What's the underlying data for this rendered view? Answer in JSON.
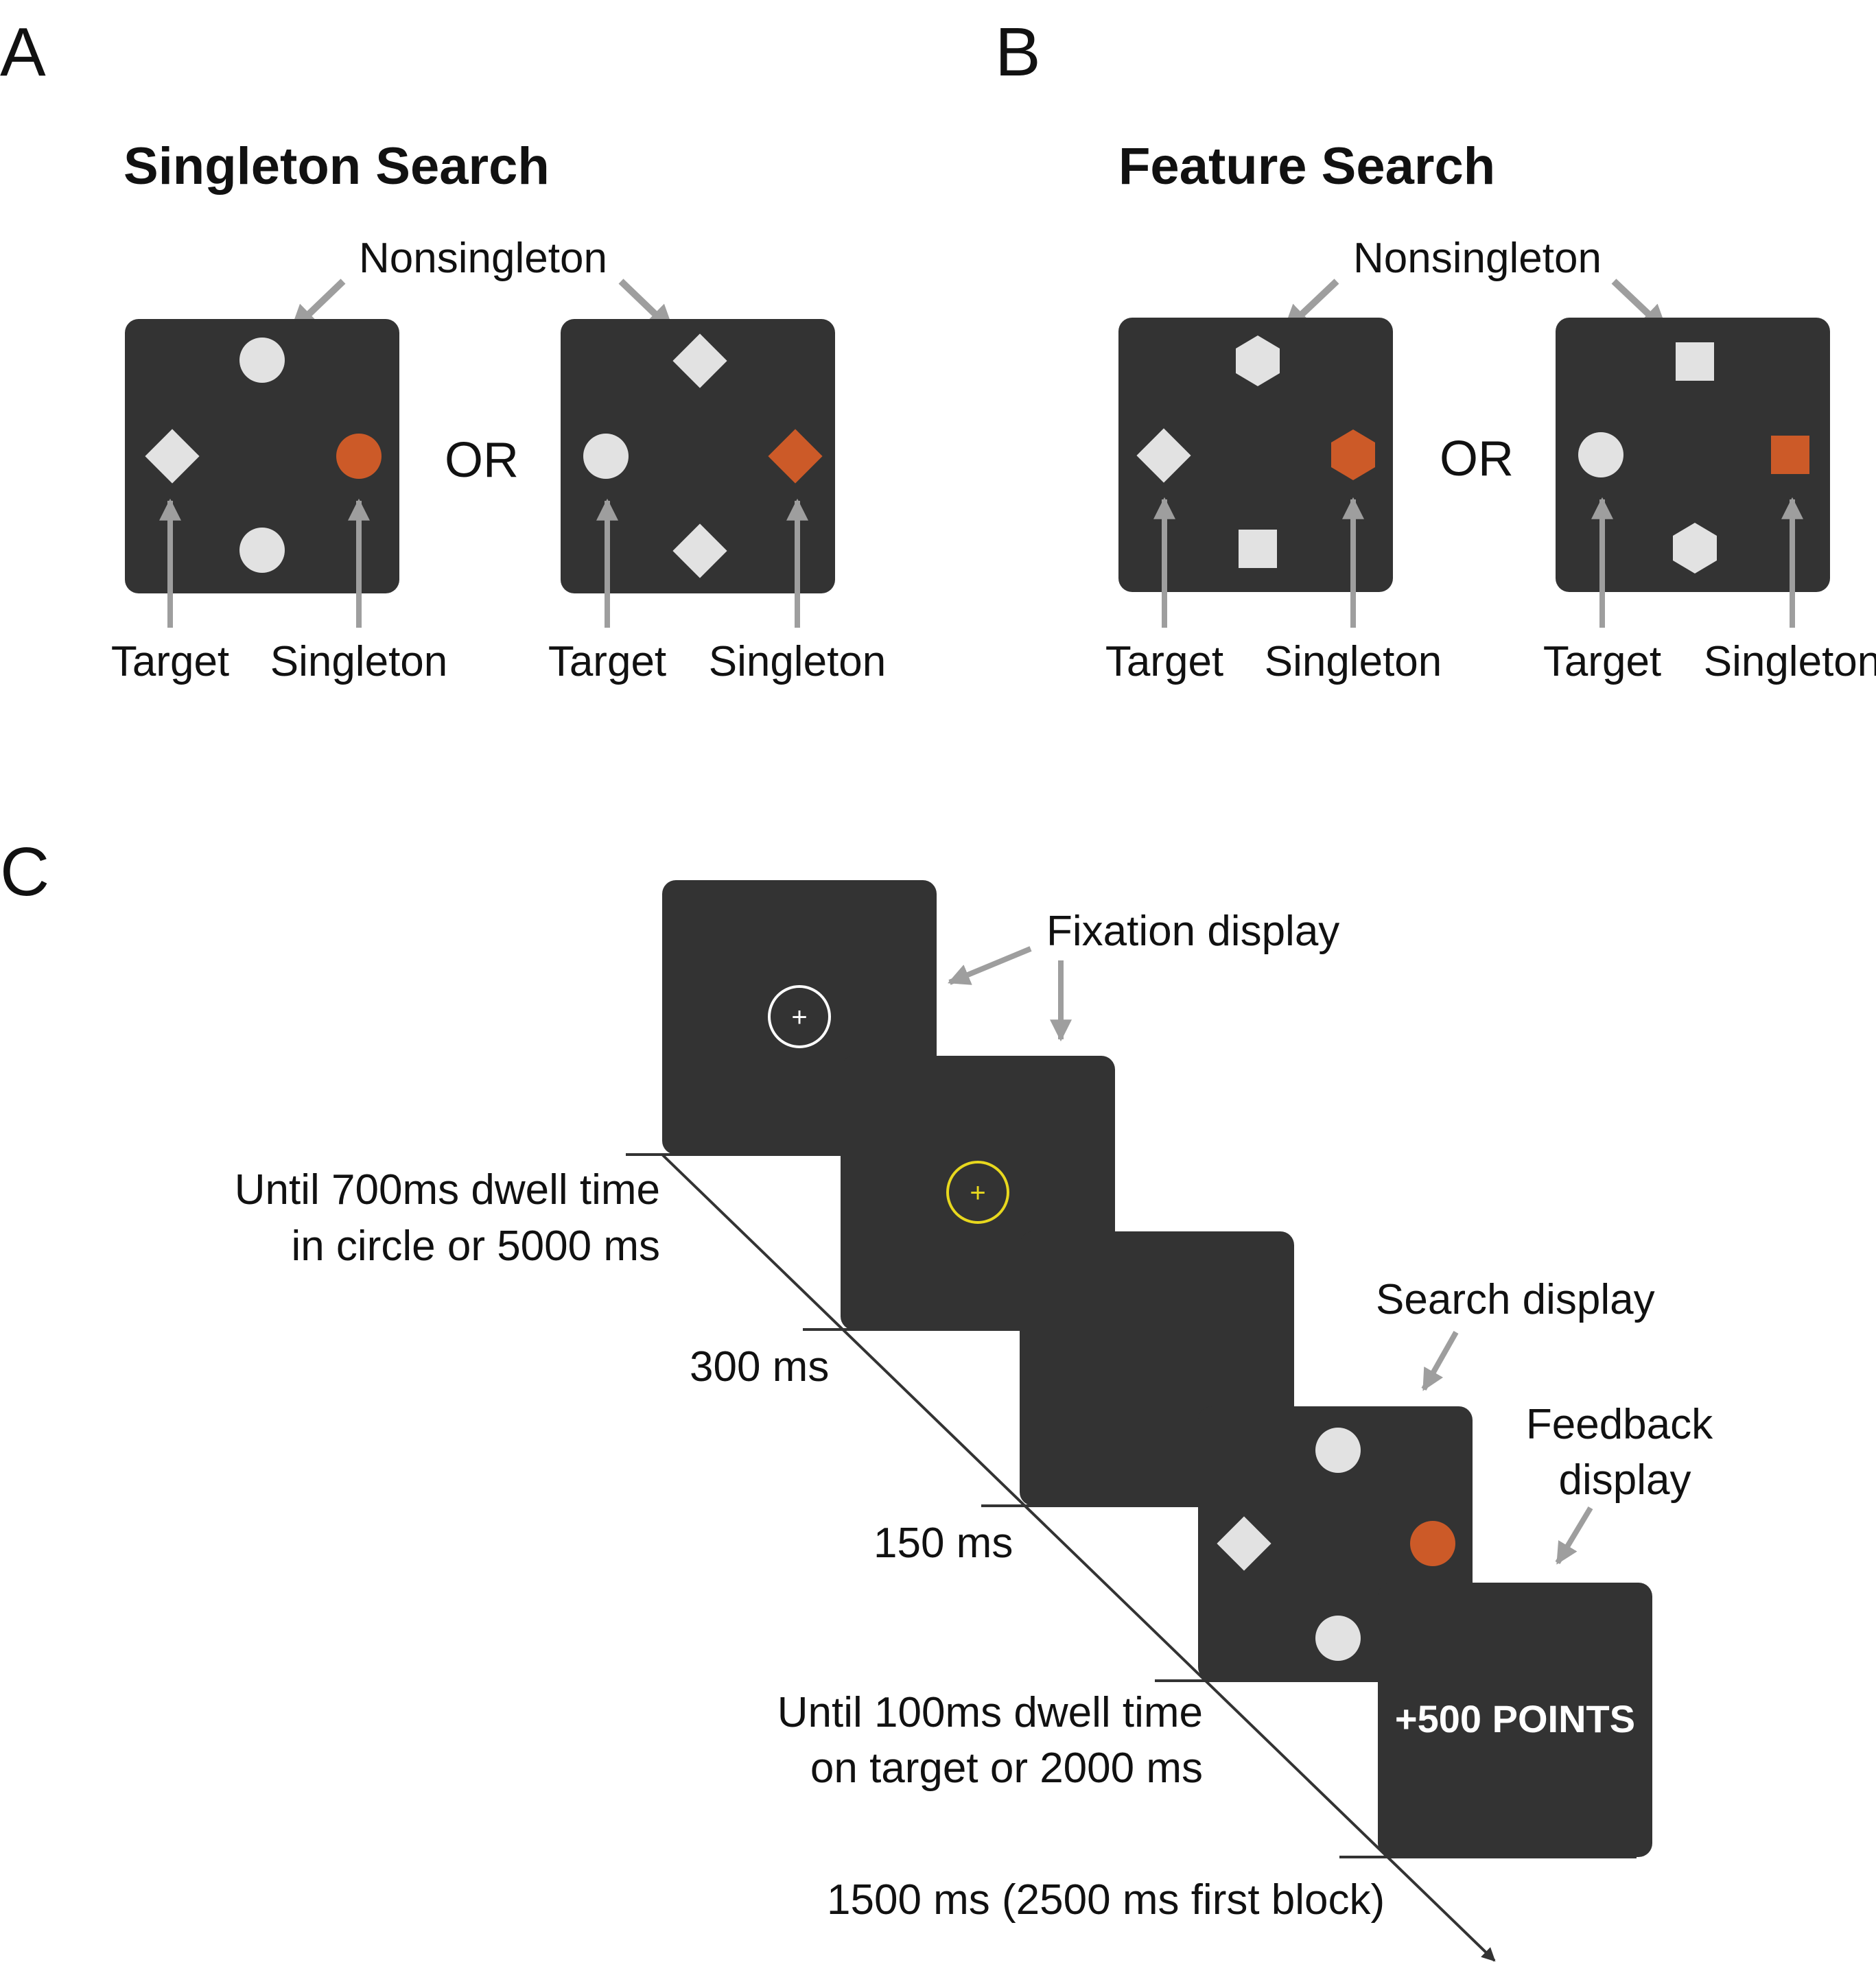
{
  "panel_a": {
    "letter": "A",
    "title": "Singleton Search",
    "nonsingleton_label": "Nonsingleton",
    "or_label": "OR",
    "target_label": "Target",
    "singleton_label": "Singleton",
    "displays": [
      {
        "top": "circle",
        "left": "diamond",
        "right": "circle",
        "bottom": "circle",
        "singleton_position": "right",
        "target_position": "left"
      },
      {
        "top": "diamond",
        "left": "circle",
        "right": "diamond",
        "bottom": "diamond",
        "singleton_position": "right",
        "target_position": "left"
      }
    ]
  },
  "panel_b": {
    "letter": "B",
    "title": "Feature Search",
    "nonsingleton_label": "Nonsingleton",
    "or_label": "OR",
    "target_label": "Target",
    "singleton_label": "Singleton",
    "displays": [
      {
        "top": "hexagon",
        "left": "diamond",
        "right": "hexagon",
        "bottom": "square",
        "singleton_position": "right",
        "target_position": "left"
      },
      {
        "top": "square",
        "left": "circle",
        "right": "square",
        "bottom": "hexagon",
        "singleton_position": "right",
        "target_position": "left"
      }
    ]
  },
  "panel_c": {
    "letter": "C",
    "fixation_label": "Fixation display",
    "fixation_timing_line1": "Until 700ms dwell time",
    "fixation_timing_line2": "in circle or 5000 ms",
    "fixation_confirm_timing": "300 ms",
    "blank_timing": "150 ms",
    "search_label": "Search display",
    "search_timing_line1": "Until 100ms dwell time",
    "search_timing_line2": "on target or 2000 ms",
    "feedback_label_line1": "Feedback",
    "feedback_label_line2": "display",
    "feedback_text": "+500 POINTS",
    "feedback_timing": "1500 ms (2500 ms first block)",
    "fixation_symbol": "+"
  },
  "colors": {
    "display_background": "#333333",
    "stimulus_gray": "#e2e2e2",
    "singleton_orange": "#cc5a28",
    "arrow_gray": "#9e9e9e",
    "fixation_white": "#ffffff",
    "fixation_yellow": "#e8d81e",
    "text": "#111111"
  }
}
